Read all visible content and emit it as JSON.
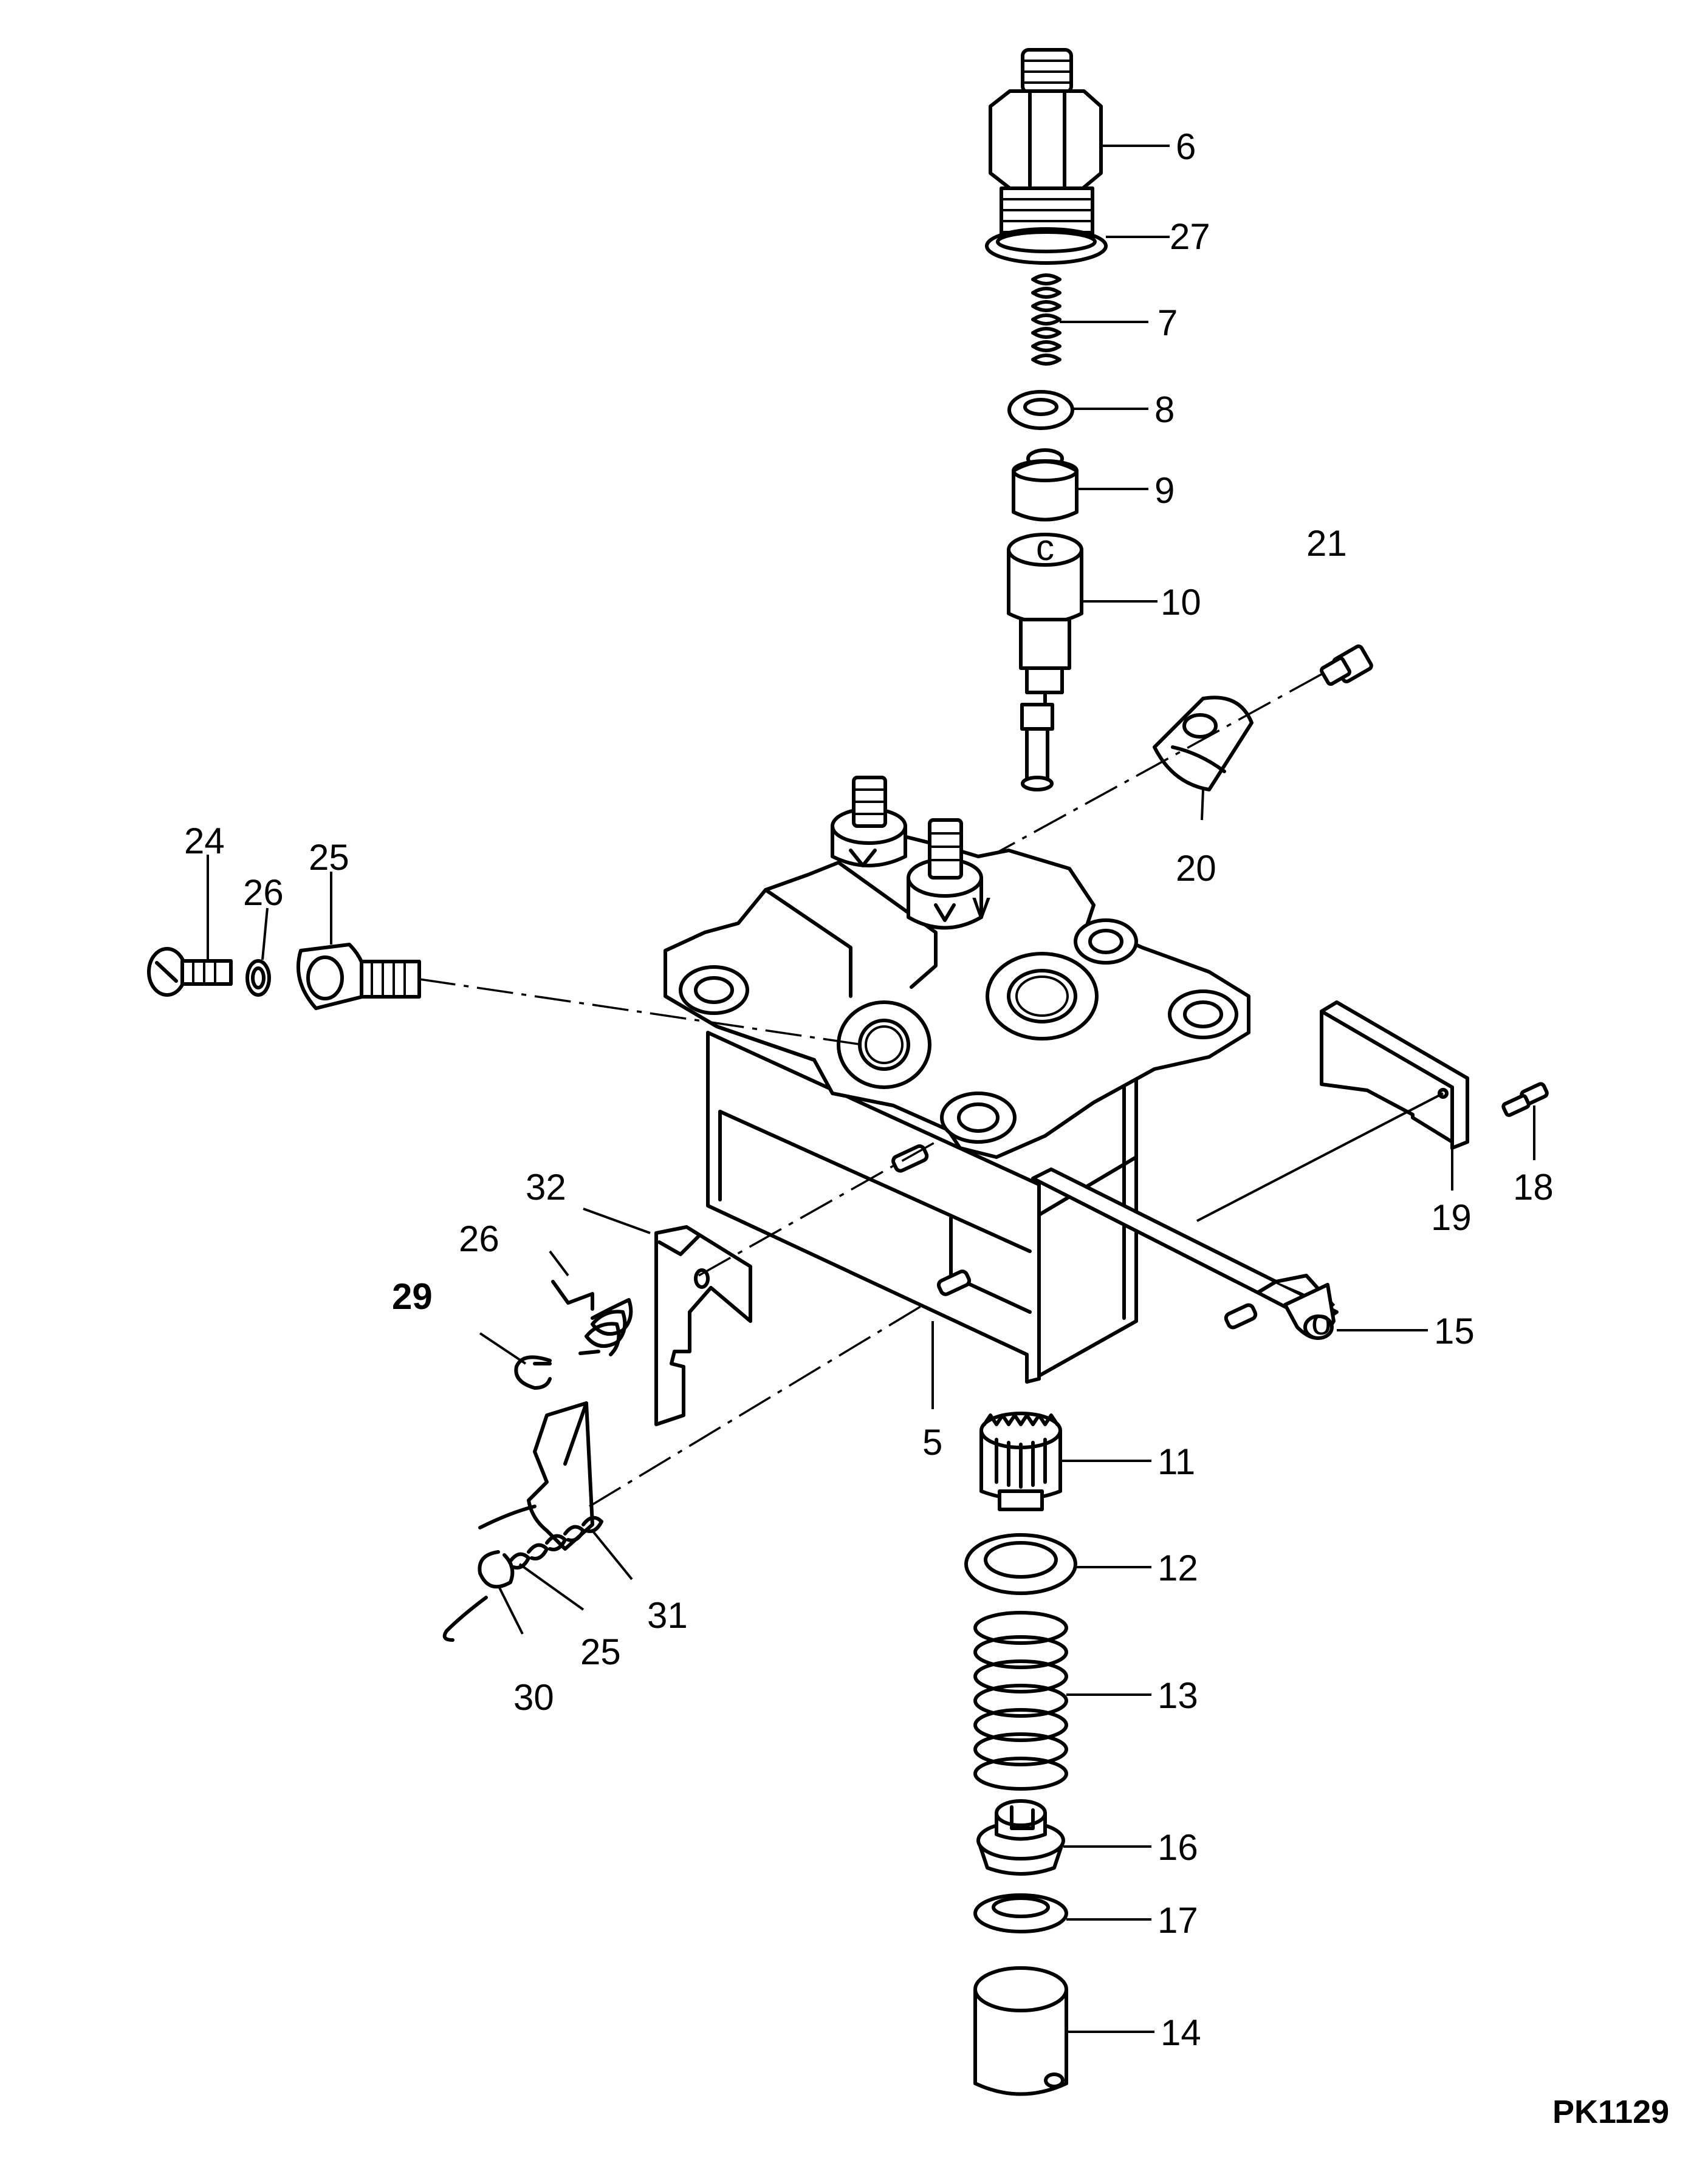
{
  "drawing": {
    "reference": "PK1129",
    "callouts": [
      {
        "id": "c6",
        "text": "6",
        "bold": false
      },
      {
        "id": "c27",
        "text": "27",
        "bold": false
      },
      {
        "id": "c7",
        "text": "7",
        "bold": false
      },
      {
        "id": "c8",
        "text": "8",
        "bold": false
      },
      {
        "id": "c9",
        "text": "9",
        "bold": false
      },
      {
        "id": "c10",
        "text": "10",
        "bold": false
      },
      {
        "id": "c21",
        "text": "21",
        "bold": false
      },
      {
        "id": "c20",
        "text": "20",
        "bold": false
      },
      {
        "id": "c24",
        "text": "24",
        "bold": false
      },
      {
        "id": "c26a",
        "text": "26",
        "bold": false
      },
      {
        "id": "c25a",
        "text": "25",
        "bold": false
      },
      {
        "id": "c18",
        "text": "18",
        "bold": false
      },
      {
        "id": "c19",
        "text": "19",
        "bold": false
      },
      {
        "id": "c15",
        "text": "15",
        "bold": false
      },
      {
        "id": "c32",
        "text": "32",
        "bold": false
      },
      {
        "id": "c26b",
        "text": "26",
        "bold": false
      },
      {
        "id": "c29",
        "text": "29",
        "bold": true
      },
      {
        "id": "c5",
        "text": "5",
        "bold": false
      },
      {
        "id": "c11",
        "text": "11",
        "bold": false
      },
      {
        "id": "c12",
        "text": "12",
        "bold": false
      },
      {
        "id": "c31",
        "text": "31",
        "bold": false
      },
      {
        "id": "c25b",
        "text": "25",
        "bold": false
      },
      {
        "id": "c30",
        "text": "30",
        "bold": false
      },
      {
        "id": "c13",
        "text": "13",
        "bold": false
      },
      {
        "id": "c16",
        "text": "16",
        "bold": false
      },
      {
        "id": "c17",
        "text": "17",
        "bold": false
      },
      {
        "id": "c14",
        "text": "14",
        "bold": false
      }
    ]
  }
}
